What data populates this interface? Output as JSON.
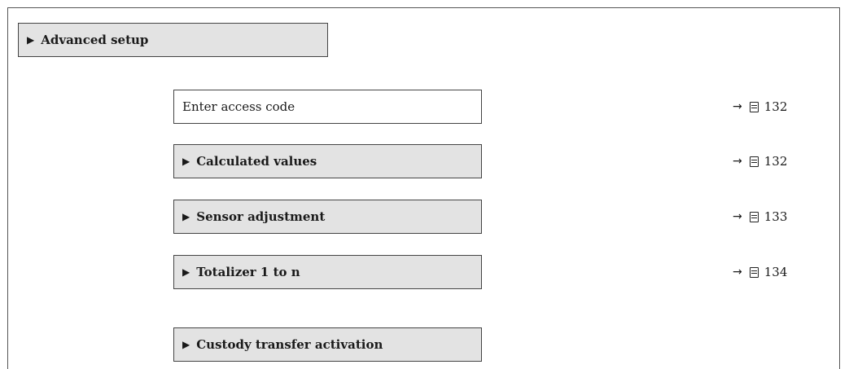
{
  "menu": {
    "title": "Advanced setup",
    "items": [
      {
        "label": "Enter access code",
        "submenu": false,
        "ref_page": "132"
      },
      {
        "label": "Calculated values",
        "submenu": true,
        "ref_page": "132"
      },
      {
        "label": "Sensor adjustment",
        "submenu": true,
        "ref_page": "133"
      },
      {
        "label": "Totalizer 1 to n",
        "submenu": true,
        "ref_page": "134"
      },
      {
        "label": "Custody transfer activation",
        "submenu": true,
        "ref_page": ""
      }
    ]
  },
  "glyphs": {
    "submenu_marker": "▶",
    "ref_arrow": "→"
  }
}
